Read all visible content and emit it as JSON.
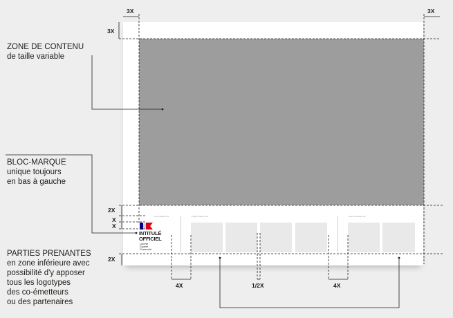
{
  "labels": {
    "content_zone": {
      "line1": "ZONE DE CONTENU",
      "line2": "de taille variable"
    },
    "bloc_marque": {
      "line1": "BLOC-MARQUE",
      "line2": "unique toujours",
      "line3": "en bas à gauche"
    },
    "parties": {
      "line1": "PARTIES PRENANTES",
      "line2": "en zone inférieure avec",
      "line3": "possibilité d'y apposer",
      "line4": "tous les logotypes",
      "line5": "des co-émetteurs",
      "line6": "ou des partenaires"
    }
  },
  "dimensions": {
    "top_left": "3X",
    "top_right": "3X",
    "left_top": "3X",
    "left_2x_top": "2X",
    "x1": "X",
    "x2": "X",
    "left_2x_bottom": "2X",
    "bottom_4x_left": "4X",
    "bottom_half": "1/2X",
    "bottom_4x_right": "4X"
  },
  "logo": {
    "line1": "INTITULÉ",
    "line2": "OFFICIEL",
    "motto1": "Liberté",
    "motto2": "Égalité",
    "motto3": "Fraternité"
  },
  "partner_headers": {
    "a": "Une initiative de",
    "b": "Projet financé par",
    "c": "Avec le soutien de"
  },
  "colors": {
    "content_zone": "#9d9d9d",
    "page": "#ffffff",
    "background": "#eeeeee",
    "flag_blue": "#000091",
    "flag_red": "#e1000f",
    "partner_box": "#e9e9e9"
  }
}
